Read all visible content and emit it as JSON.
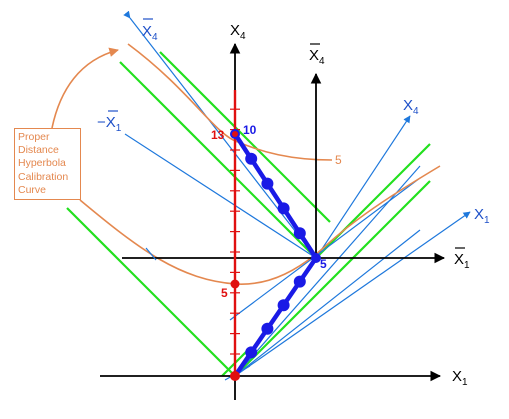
{
  "axis_labels": {
    "x1": "X",
    "x1_sub": "1",
    "x4": "X",
    "x4_sub": "4",
    "x1_bar": "X",
    "x1_bar_sub": "1",
    "x4_bar_center": "X",
    "x4_bar_center_sub": "4",
    "x4_bar_top": "X",
    "x4_bar_top_sub": "4",
    "x1_bar_neg": "−X",
    "x1_bar_neg_sub": "1",
    "x4_boosted": "X",
    "x4_boosted_sub": "4",
    "x1_boosted": "X",
    "x1_boosted_sub": "1"
  },
  "point_labels": {
    "p13": "13",
    "p10": "10",
    "p5_red": "5",
    "p5_blue": "5",
    "p5_origin_bar": "5",
    "p5_curve": "5"
  },
  "callout": {
    "line1": "Proper",
    "line2": "Distance",
    "line3": "Hyperbola",
    "line4": "Calibration",
    "line5": "Curve"
  },
  "colors": {
    "axis": "#000000",
    "red_axis": "#e01010",
    "blue_path": "#1a1ae6",
    "light_blue": "#1e78dc",
    "green": "#22e01e",
    "orange": "#e4884f",
    "label_blue": "#1e50c8"
  }
}
